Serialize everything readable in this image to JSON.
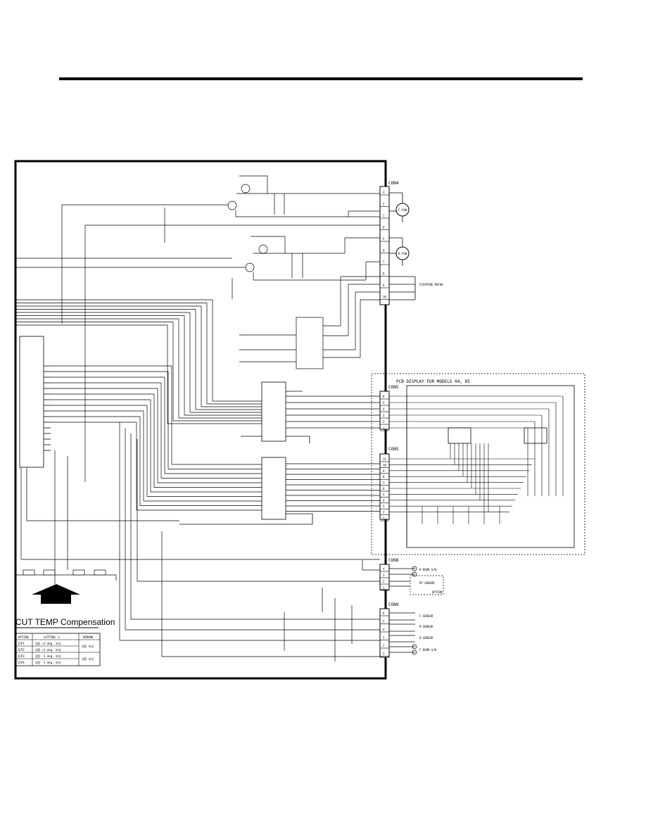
{
  "connectors": {
    "con4": {
      "label": "CON4",
      "pins": [
        "3",
        "2",
        "1",
        "6",
        "5",
        "4",
        "7",
        "8",
        "9",
        "10"
      ]
    },
    "con5_top": {
      "label": "CON5",
      "pins": [
        "6",
        "5",
        "4",
        "3",
        "2",
        "1"
      ]
    },
    "con5_bottom": {
      "label": "CON5",
      "pins": [
        "11",
        "10",
        "9",
        "8",
        "7",
        "6",
        "5",
        "4",
        "3",
        "2",
        "1"
      ]
    },
    "con8": {
      "label": "CON8",
      "pins": [
        "4",
        "3",
        "2",
        "1"
      ]
    },
    "con9": {
      "label": "CON9",
      "pins": [
        "6",
        "5",
        "4",
        "3",
        "2",
        "1"
      ]
    }
  },
  "pcb_display": {
    "title": "PCB DISPLAY FOR MODELS 04, 05"
  },
  "sensors": {
    "r_door": "R-DOOR S/W",
    "rt_sensor": "RT-SENSOR",
    "option": "OPTION",
    "f_sensor": "F-SENSOR",
    "r_sensor": "R-SENSOR",
    "d_sensor": "D-SENSOR",
    "f_door": "F-DOOR S/W"
  },
  "motors": {
    "fan_top": "F-FAN",
    "fan_bottom": "R-FAN"
  },
  "stepping_motor": "STEPPING MOTOR",
  "cut_temp": {
    "title": "CUT TEMP Compensation",
    "headers": [
      "OPTION",
      "CUTTING 시",
      "REMARK"
    ],
    "rows": [
      {
        "option": "JCP1",
        "cutting": "냉동 +1 deg. 보상",
        "remark": "냉동 보상"
      },
      {
        "option": "JCP2",
        "cutting": "냉동 +1 deg. 보상",
        "remark": ""
      },
      {
        "option": "JCP3",
        "cutting": "냉장 -1 deg. 보상",
        "remark": "냉장 보상"
      },
      {
        "option": "JCP4",
        "cutting": "냉장 -1 deg. 보상",
        "remark": ""
      }
    ]
  }
}
